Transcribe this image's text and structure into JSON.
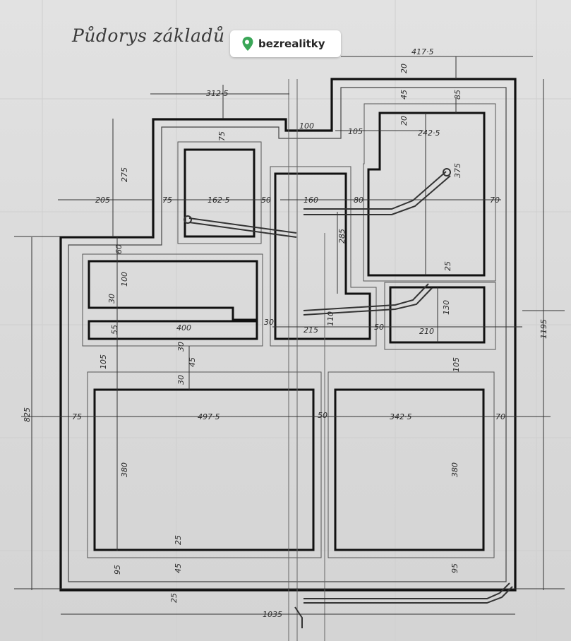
{
  "title": "Půdorys základů",
  "badge": {
    "brand": "bezrealitky",
    "icon": "location-pin-icon",
    "icon_color": "#3aa657"
  },
  "dimensions": {
    "top_width": "417·5",
    "top_20": "20",
    "top_45": "45",
    "top_85": "85",
    "top_20b": "20",
    "right_room_width": "242·5",
    "right_room_height": "375",
    "right_room_side": "70",
    "right_room_25": "25",
    "left_margin_312": "312·5",
    "pipe_100": "100",
    "gap_105": "105",
    "upper_275": "275",
    "upper_75": "75",
    "upper_205": "205",
    "upper_75b": "75",
    "small_room_width": "162·5",
    "small_room_50": "50",
    "center_room_160": "160",
    "center_80": "80",
    "center_285": "285",
    "left_60": "60",
    "left_100": "100",
    "left_30": "30",
    "left_55": "55",
    "left_400": "400",
    "left_30b": "30",
    "center_215": "215",
    "center_110": "110",
    "center_50": "50",
    "right_small_210": "210",
    "right_small_130": "130",
    "mid_30": "30",
    "mid_45": "45",
    "mid_30b": "30",
    "mid_105": "105",
    "mid_105b": "105",
    "overall_825": "825",
    "overall_1195": "1195",
    "bottom_left_75": "75",
    "bottom_left_width": "497·5",
    "bottom_50": "50",
    "bottom_right_width": "342·5",
    "bottom_right_70": "70",
    "bottom_left_380": "380",
    "bottom_right_380": "380",
    "bottom_25": "25",
    "bottom_95": "95",
    "bottom_45": "45",
    "bottom_95b": "95",
    "bottom_25b": "25",
    "overall_1035": "1035"
  }
}
